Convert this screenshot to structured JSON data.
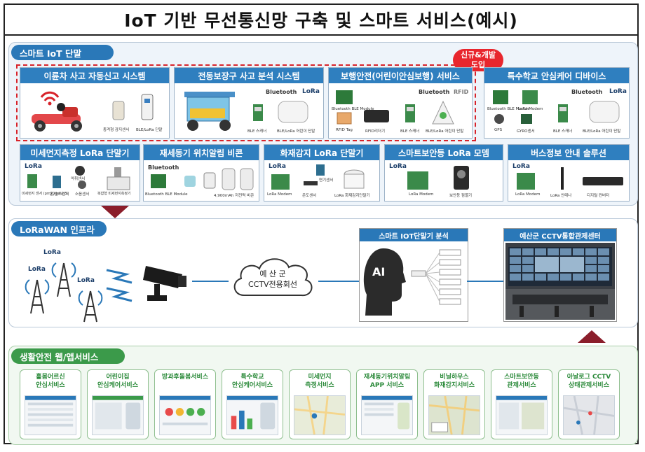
{
  "title": "IoT 기반 무선통신망 구축 및 스마트 서비스(예시)",
  "sections": {
    "terminals": "스마트 IoT 단말",
    "infra": "LoRaWAN 인프라",
    "web": "생활안전 웹/앱서비스"
  },
  "badge": "신규&개발\n도입",
  "cards": [
    {
      "title": "이륜차 사고 자동신고 시스템",
      "captions": [
        "충격형 감지센서",
        "BLE/LoRa 단말"
      ]
    },
    {
      "title": "전동보장구 사고 분석 시스템",
      "captions": [
        "BLE 스캐너",
        "BLE/LoRa 어린이 단말"
      ]
    },
    {
      "title": "보행안전(어린이안심보행) 서비스",
      "captions": [
        "Bluetooth BLE Module",
        "RFID Tag",
        "RFID리더기",
        "BLE 스캐너",
        "BLE/LoRa 어린이 단말"
      ]
    },
    {
      "title": "특수학교 안심케어 디바이스",
      "captions": [
        "Bluetooth BLE Module",
        "LoRa Modem",
        "GPS",
        "GYRO센서",
        "BLE 스캐너",
        "BLE/LoRa 어린이 단말"
      ]
    },
    {
      "title": "미세먼지측정 LoRa 단말기",
      "captions": [
        "미세먼지 센서 (pm10/pm2.5)",
        "온/습도센서",
        "악취센서",
        "소음센서",
        "복합형 미세먼지측정기"
      ]
    },
    {
      "title": "재세동기 위치알림 비콘",
      "captions": [
        "Bluetooth BLE Module",
        "4,900mAh 저전력 비콘"
      ]
    },
    {
      "title": "화재감지 LoRa 단말기",
      "captions": [
        "LoRa Modem",
        "온도센서",
        "연기센서",
        "LoRa 화재감지단말기"
      ]
    },
    {
      "title": "스마트보안등 LoRa 모뎀",
      "captions": [
        "LoRa Modem",
        "보안등 점멸기"
      ]
    },
    {
      "title": "버스정보 안내 솔루션",
      "captions": [
        "LoRa Modem",
        "LoRa 안테나",
        "디지털 컨버터"
      ]
    }
  ],
  "logos": {
    "lora": "LoRa",
    "bluetooth": "Bluetooth",
    "rfid": "RFID"
  },
  "infra": {
    "cloud": "예 산 군\nCCTV전용회선",
    "ai_panel": "스마트 IOT단말기 분석",
    "ai": "AI",
    "control_panel": "예산군 CCTV통합관제센터"
  },
  "services": [
    "홀몸어르신\n안심서비스",
    "어린이집\n안심케어서비스",
    "방과후돌봄서비스",
    "특수학교\n안심케어서비스",
    "미세먼지\n측정서비스",
    "재세동기위치알림\nAPP 서비스",
    "비닐하우스\n화재감지서비스",
    "스마트보안등\n관제서비스",
    "아날로그 CCTV\n상태관제서비스"
  ],
  "colors": {
    "accent": "#2f7fbf",
    "red": "#e8262d",
    "arrow": "#8b1e2b",
    "green": "#2b8a3a"
  }
}
